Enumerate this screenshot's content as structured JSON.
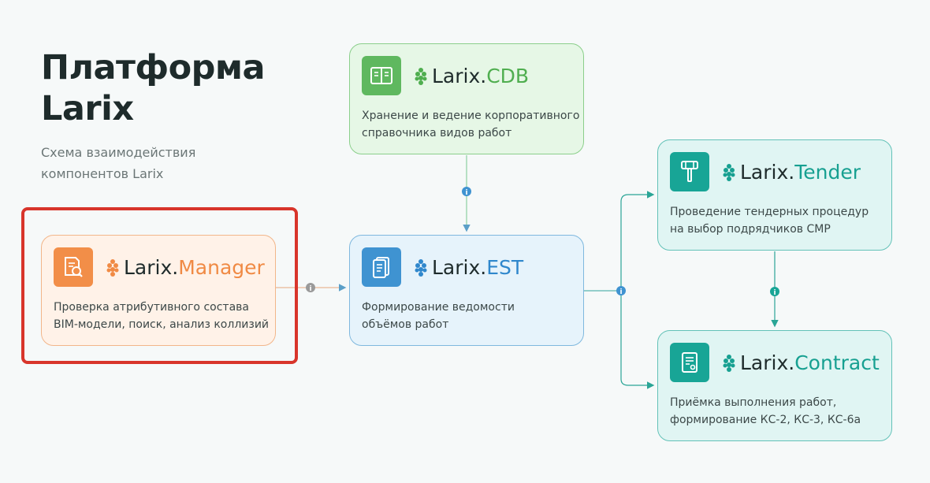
{
  "header": {
    "title_line1": "Платформа",
    "title_line2": "Larix",
    "subtitle_line1": "Схема взаимодействия",
    "subtitle_line2": "компонентов Larix"
  },
  "nodes": {
    "cdb": {
      "brand": "Larix.",
      "suffix": "CDB",
      "desc_line1": "Хранение и ведение корпоративного",
      "desc_line2": "справочника видов работ",
      "icon": "book-icon"
    },
    "est": {
      "brand": "Larix.",
      "suffix": "EST",
      "desc_line1": "Формирование ведомости",
      "desc_line2": "объёмов работ",
      "icon": "document-icon"
    },
    "manager": {
      "brand": "Larix.",
      "suffix": "Manager",
      "desc_line1": "Проверка атрибутивного состава",
      "desc_line2": "BIM-модели, поиск, анализ коллизий",
      "icon": "document-search-icon"
    },
    "tender": {
      "brand": "Larix.",
      "suffix": "Tender",
      "desc_line1": "Проведение тендерных процедур",
      "desc_line2": "на выбор подрядчиков СМР",
      "icon": "gavel-icon"
    },
    "contract": {
      "brand": "Larix.",
      "suffix": "Contract",
      "desc_line1": "Приёмка выполнения работ,",
      "desc_line2": "формирование КС-2, КС-3, КС-6а",
      "icon": "contract-icon"
    }
  },
  "colors": {
    "cdb": "#4fae4f",
    "est": "#2f87cc",
    "manager": "#f08a44",
    "tender": "#17a091",
    "highlight": "#d8352b"
  }
}
